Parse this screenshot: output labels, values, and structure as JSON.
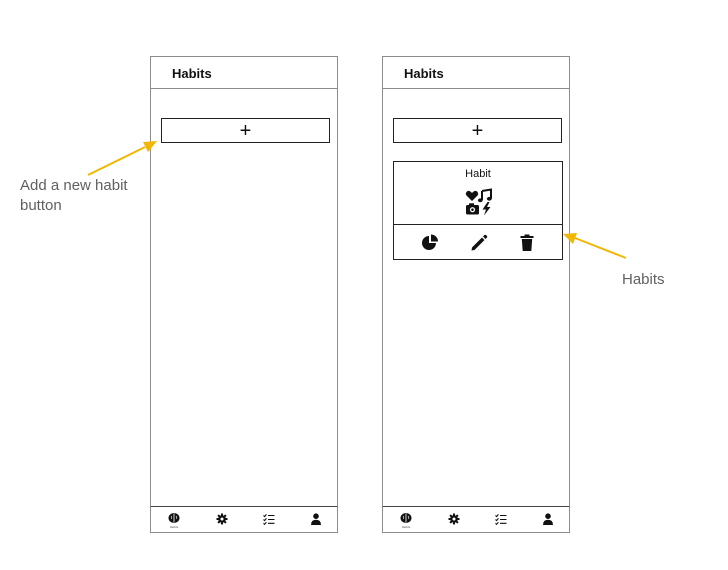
{
  "phones": [
    {
      "title": "Habits",
      "add_label": "+",
      "nav_label": "Habits"
    },
    {
      "title": "Habits",
      "add_label": "+",
      "nav_label": "Habits",
      "card": {
        "name": "Habit"
      }
    }
  ],
  "annotations": {
    "left": "Add a new habit button",
    "right": "Habits"
  },
  "colors": {
    "arrow": "#f2b705",
    "annotation_text": "#606060",
    "frame": "#8c8c8c",
    "ink": "#111111"
  },
  "icons": {
    "card": "habit-collage-icon",
    "actions": [
      "stats-pie-icon",
      "edit-pencil-icon",
      "delete-trash-icon"
    ],
    "nav": [
      "brain-icon",
      "gear-icon",
      "checklist-icon",
      "user-icon"
    ]
  }
}
